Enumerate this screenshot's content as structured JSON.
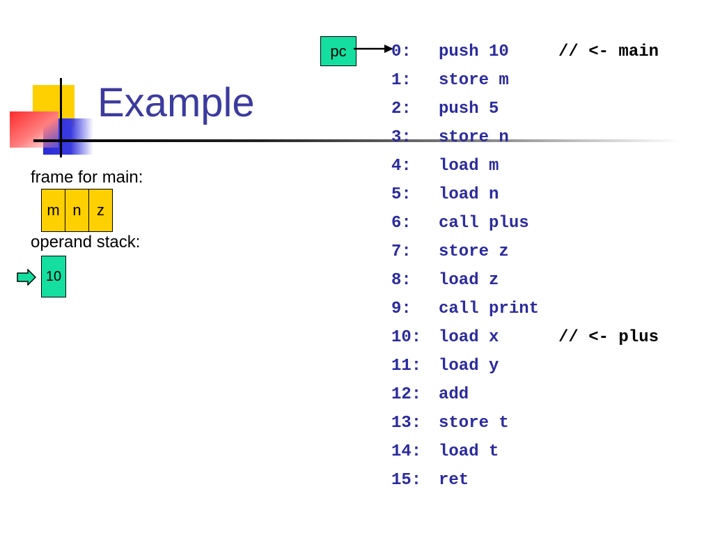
{
  "title": "Example",
  "frame": {
    "label": "frame for main:",
    "cells": [
      "m",
      "n",
      "z"
    ]
  },
  "operand_stack": {
    "label": "operand stack:",
    "cells": [
      "10"
    ]
  },
  "pc": {
    "label": "pc",
    "points_to_line": 0
  },
  "code": [
    {
      "num": "0:",
      "instr": "push 10",
      "comment": "// <- main"
    },
    {
      "num": "1:",
      "instr": "store m",
      "comment": ""
    },
    {
      "num": "2:",
      "instr": "push 5",
      "comment": ""
    },
    {
      "num": "3:",
      "instr": "store n",
      "comment": ""
    },
    {
      "num": "4:",
      "instr": "load m",
      "comment": ""
    },
    {
      "num": "5:",
      "instr": "load n",
      "comment": ""
    },
    {
      "num": "6:",
      "instr": "call plus",
      "comment": ""
    },
    {
      "num": "7:",
      "instr": "store z",
      "comment": ""
    },
    {
      "num": "8:",
      "instr": "load z",
      "comment": ""
    },
    {
      "num": "9:",
      "instr": "call print",
      "comment": ""
    },
    {
      "num": "10:",
      "instr": "load x",
      "comment": "// <- plus"
    },
    {
      "num": "11:",
      "instr": "load y",
      "comment": ""
    },
    {
      "num": "12:",
      "instr": "add",
      "comment": ""
    },
    {
      "num": "13:",
      "instr": "store t",
      "comment": ""
    },
    {
      "num": "14:",
      "instr": "load t",
      "comment": ""
    },
    {
      "num": "15:",
      "instr": "ret",
      "comment": ""
    }
  ],
  "colors": {
    "title": "#3b3b9e",
    "code": "#2b2b9e",
    "frame_cell": "#ffd000",
    "stack_cell": "#14dfa0",
    "pc_box": "#14dfa0",
    "arrow_fill": "#14dfa0"
  },
  "icons": {
    "stack_pointer": "right-arrow-icon",
    "pc_pointer": "arrow-right-icon"
  }
}
